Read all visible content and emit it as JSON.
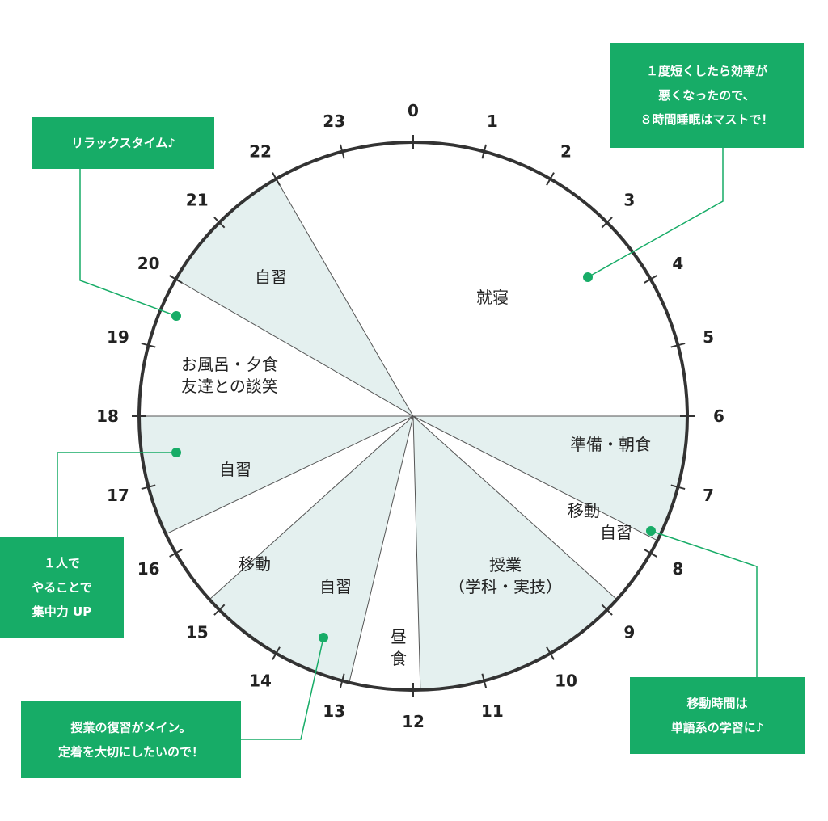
{
  "clock": {
    "hours": [
      "0",
      "1",
      "2",
      "3",
      "4",
      "5",
      "6",
      "7",
      "8",
      "9",
      "10",
      "11",
      "12",
      "13",
      "14",
      "15",
      "16",
      "17",
      "18",
      "19",
      "20",
      "21",
      "22",
      "23"
    ],
    "shaded_color": "#e4f0ef",
    "plain_color": "#ffffff",
    "accent_color": "#17ac67",
    "outline_color": "#333333"
  },
  "segments": [
    {
      "id": "shuushin",
      "start": 22,
      "end": 30,
      "shaded": false,
      "lines": [
        "就寝"
      ]
    },
    {
      "id": "junbi",
      "start": 6,
      "end": 7.8,
      "shaded": true,
      "lines": [
        "準備・朝食"
      ]
    },
    {
      "id": "idou-jishuu-am",
      "start": 7.8,
      "end": 8.8,
      "shaded": false,
      "lines": [
        "移動",
        "自習"
      ]
    },
    {
      "id": "jugyou",
      "start": 8.8,
      "end": 11.9,
      "shaded": true,
      "lines": [
        "授業",
        "（学科・実技）"
      ]
    },
    {
      "id": "chuushoku",
      "start": 11.9,
      "end": 12.9,
      "shaded": false,
      "lines": [
        "昼",
        "食"
      ]
    },
    {
      "id": "jishuu-pm",
      "start": 12.9,
      "end": 15.2,
      "shaded": true,
      "lines": [
        "自習"
      ]
    },
    {
      "id": "idou-pm",
      "start": 15.2,
      "end": 16.3,
      "shaded": false,
      "lines": [
        "移動"
      ]
    },
    {
      "id": "jishuu-evening",
      "start": 16.3,
      "end": 18,
      "shaded": true,
      "lines": [
        "自習"
      ]
    },
    {
      "id": "ofuro",
      "start": 18,
      "end": 20,
      "shaded": false,
      "lines": [
        "お風呂・夕食",
        "友達との談笑"
      ]
    },
    {
      "id": "jishuu-night",
      "start": 20,
      "end": 22,
      "shaded": true,
      "lines": [
        "自習"
      ]
    }
  ],
  "callouts": [
    {
      "id": "relax",
      "lines": [
        "リラックスタイム♪"
      ]
    },
    {
      "id": "sleep",
      "lines": [
        "１度短くしたら効率が",
        "悪くなったので、",
        "８時間睡眠はマストで！"
      ]
    },
    {
      "id": "alone",
      "lines": [
        "１人で",
        "やることで",
        "集中力 UP"
      ]
    },
    {
      "id": "review",
      "lines": [
        "授業の復習がメイン。",
        "定着を大切にしたいので！"
      ]
    },
    {
      "id": "commute",
      "lines": [
        "移動時間は",
        "単語系の学習に♪"
      ]
    }
  ]
}
